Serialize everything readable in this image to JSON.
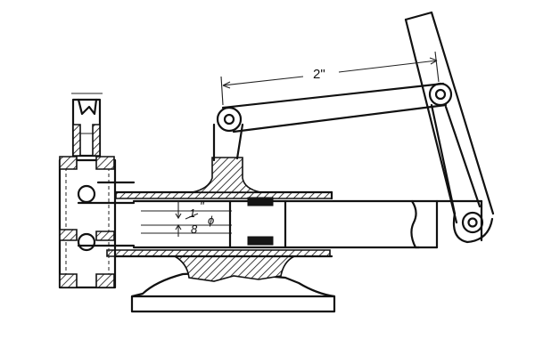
{
  "labels": {
    "lever_dimension": "2\"",
    "bore_fraction_num": "1",
    "bore_fraction_den": "8",
    "bore_inch_mark": "\"",
    "bore_diameter_symbol": "ϕ"
  }
}
